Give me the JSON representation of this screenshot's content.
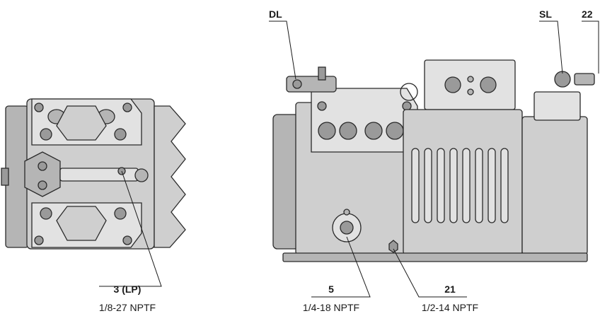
{
  "labels": {
    "dl": "DL",
    "sl": "SL",
    "n22": "22",
    "lp_title": "3 (LP)",
    "lp_spec": "1/8-27 NPTF",
    "p5_title": "5",
    "p5_spec": "1/4-18 NPTF",
    "p21_title": "21",
    "p21_spec": "1/2-14 NPTF"
  },
  "colors": {
    "body": "#cfcfcf",
    "outline": "#2a2a2a",
    "text": "#1a1a1a"
  }
}
